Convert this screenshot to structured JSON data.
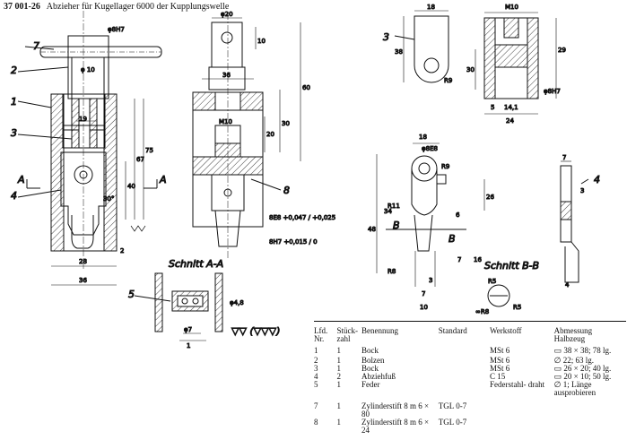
{
  "header": {
    "number": "37 001-26",
    "title": "Abzieher für Kugellager 6000 der Kupplungswelle"
  },
  "labels": {
    "section_aa": "Schnitt A-A",
    "section_bb": "Schnitt B-B",
    "surface_symbol": "▽▽ (▽▽▽)",
    "tol_e8": "8E8 +0,047 / +0,025",
    "tol_h7": "8H7 +0,015 / 0"
  },
  "parts_table": {
    "headers": [
      "Lfd. Nr.",
      "Stück- zahl",
      "Benennung",
      "Standard",
      "Werkstoff",
      "Abmessung Halbzeug"
    ],
    "rows": [
      [
        "1",
        "1",
        "Bock",
        "",
        "MSt 6",
        "▭ 38 × 38; 78 lg."
      ],
      [
        "2",
        "1",
        "Bolzen",
        "",
        "MSt 6",
        "∅ 22; 63 lg."
      ],
      [
        "3",
        "1",
        "Bock",
        "",
        "MSt 6",
        "▭ 26 × 20; 40 lg."
      ],
      [
        "4",
        "2",
        "Abziehfuß",
        "",
        "C 15",
        "▭ 20 × 10; 50 lg."
      ],
      [
        "5",
        "1",
        "Feder",
        "",
        "Federstahl- draht",
        "∅ 1; Länge ausprobieren"
      ],
      [
        "7",
        "1",
        "Zylinderstift 8 m 6 × 80",
        "TGL 0-7",
        "",
        ""
      ],
      [
        "8",
        "1",
        "Zylinderstift 8 m 6 × 24",
        "TGL 0-7",
        "",
        ""
      ]
    ]
  }
}
